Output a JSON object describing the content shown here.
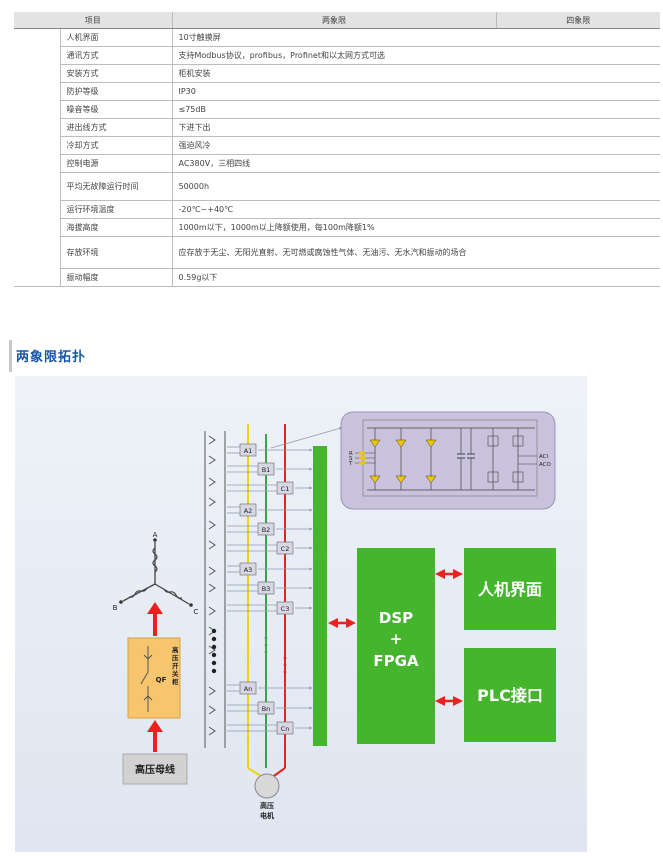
{
  "table": {
    "headers": [
      "项目",
      "两象限",
      "四象限"
    ],
    "rows": [
      {
        "label": "人机界面",
        "value": "10寸触摸屏"
      },
      {
        "label": "通讯方式",
        "value": "支持Modbus协议，profibus，Profinet和以太网方式可选"
      },
      {
        "label": "安装方式",
        "value": "柜机安装"
      },
      {
        "label": "防护等级",
        "value": "IP30"
      },
      {
        "label": "噪音等级",
        "value": "≤75dB"
      },
      {
        "label": "进出线方式",
        "value": "下进下出"
      },
      {
        "label": "冷却方式",
        "value": "强迫风冷"
      },
      {
        "label": "控制电源",
        "value": "AC380V，三相四线"
      },
      {
        "label": "平均无故障运行时间",
        "value": "50000h"
      },
      {
        "label": "运行环境温度",
        "value": "-20℃~+40℃"
      },
      {
        "label": "海拔高度",
        "value": "1000m以下，1000m以上降额使用，每100m降额1%"
      },
      {
        "label": "存放环境",
        "value": "应存放于无尘、无阳光直射、无可燃或腐蚀性气体、无油污、无水汽和振动的场合"
      },
      {
        "label": "振动幅度",
        "value": "0.59g以下"
      }
    ]
  },
  "section": {
    "title": "两象限拓扑"
  },
  "diagram": {
    "bus_label": "高压母线",
    "switchgear_label": "高压开关柜",
    "breaker_label": "QF",
    "phase_labels": [
      "A",
      "B",
      "C"
    ],
    "cell_labels": [
      "A1",
      "B1",
      "C1",
      "A2",
      "B2",
      "C2",
      "A3",
      "B3",
      "C3",
      "An",
      "Bn",
      "Cn"
    ],
    "motor_label": "高压电机",
    "dsp_label": [
      "DSP",
      "+",
      "FPGA"
    ],
    "hmi_label": "人机界面",
    "plc_label": "PLC接口",
    "inverter_inputs": [
      "R",
      "S",
      "T"
    ],
    "inverter_outputs": [
      "ACI",
      "ACO"
    ],
    "colors": {
      "green_block": "#46b52e",
      "arrow_red": "#e8231f",
      "phase_yellow": "#f2d300",
      "phase_green": "#2fa84a",
      "phase_red": "#e8231f",
      "panel_purple": "#c9c2dc",
      "switchgear_fill": "#f7c56e",
      "title_blue": "#1556a8"
    }
  }
}
